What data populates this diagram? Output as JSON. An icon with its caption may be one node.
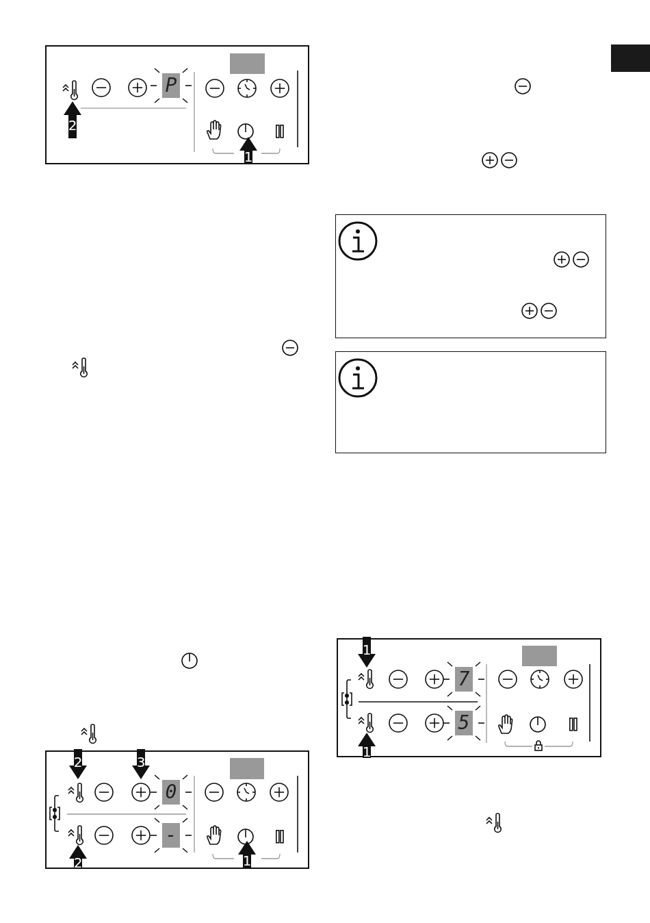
{
  "diagram": {
    "labels": [
      "P",
      "2",
      "1",
      "2",
      "3",
      "0",
      "-",
      "2",
      "1",
      "1",
      "7",
      "5",
      "1"
    ]
  }
}
